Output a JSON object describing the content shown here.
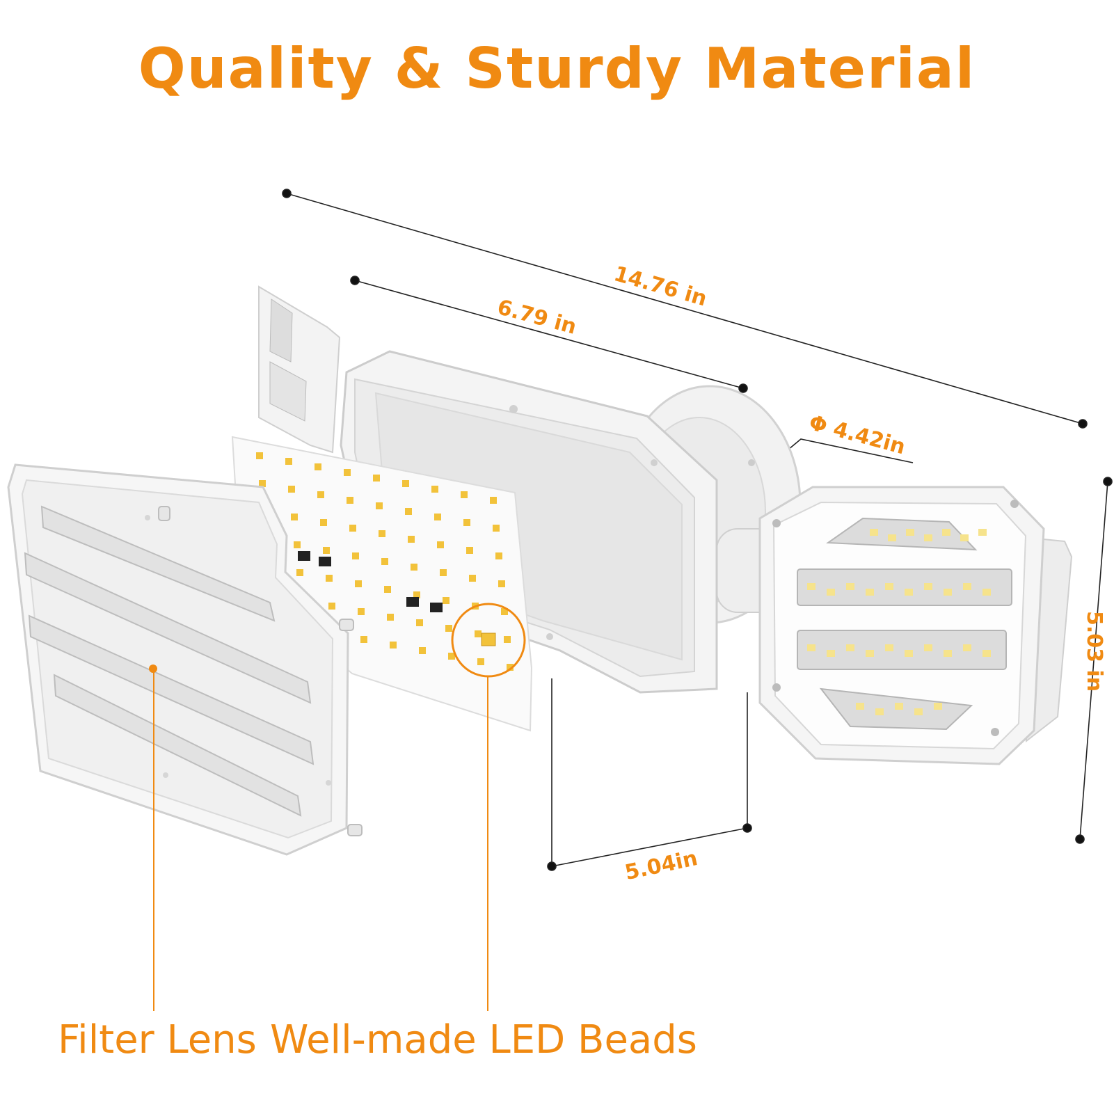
{
  "title": "Quality & Sturdy Material",
  "dimensions": {
    "overall_width": "14.76 in",
    "panel_width": "6.79 in",
    "base_diameter": "Φ 4.42in",
    "panel_height": "5.03 in",
    "panel_depth": "5.04in"
  },
  "callouts": {
    "left": "Filter Lens",
    "right": "Well-made LED Beads"
  },
  "colors": {
    "accent": "#f08a12",
    "line": "#222222",
    "housing": "#f1f1f1"
  }
}
